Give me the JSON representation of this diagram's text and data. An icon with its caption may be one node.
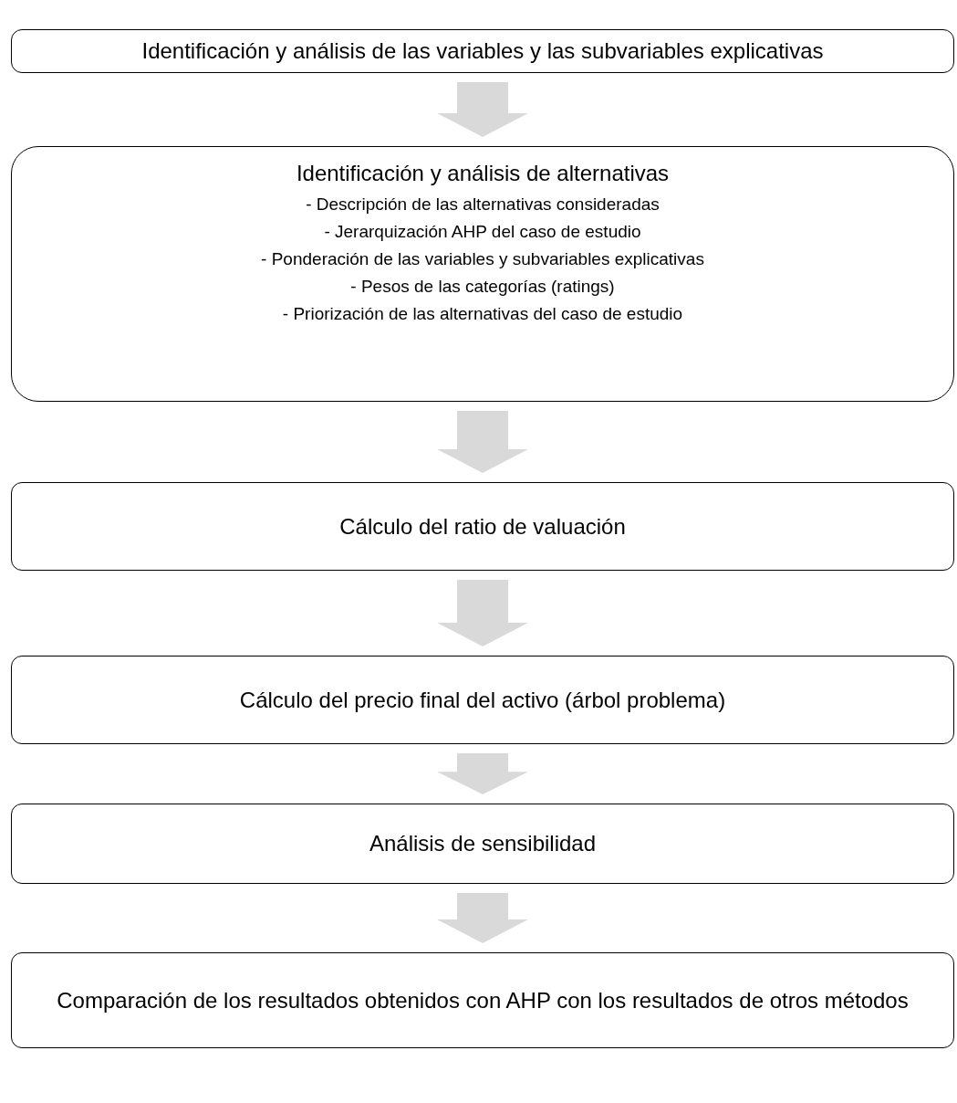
{
  "diagram": {
    "nodes": [
      {
        "text": [
          "Identificación y análisis de las variables y las subvariables explicativas"
        ]
      },
      {
        "text": [
          "Identificación y análisis de alternativas",
          "- Descripción de las alternativas consideradas",
          "- Jerarquización AHP del caso de estudio",
          "- Ponderación de las variables y subvariables explicativas",
          "- Pesos de las categorías (ratings)",
          "- Priorización de las alternativas del caso de estudio"
        ]
      },
      {
        "text": [
          "Cálculo del ratio de valuación"
        ]
      },
      {
        "text": [
          "Cálculo del precio final del activo (árbol problema)"
        ]
      },
      {
        "text": [
          "Análisis de sensibilidad"
        ]
      },
      {
        "text": [
          "Comparación de los resultados obtenidos con AHP con los resultados de otros métodos"
        ]
      }
    ],
    "edges": [
      {
        "from": 0,
        "to": 1,
        "arrow": "to"
      },
      {
        "from": 1,
        "to": 2,
        "arrow": "to"
      },
      {
        "from": 2,
        "to": 3,
        "arrow": "to"
      },
      {
        "from": 3,
        "to": 4,
        "arrow": "to"
      },
      {
        "from": 4,
        "to": 5,
        "arrow": "to"
      }
    ]
  }
}
